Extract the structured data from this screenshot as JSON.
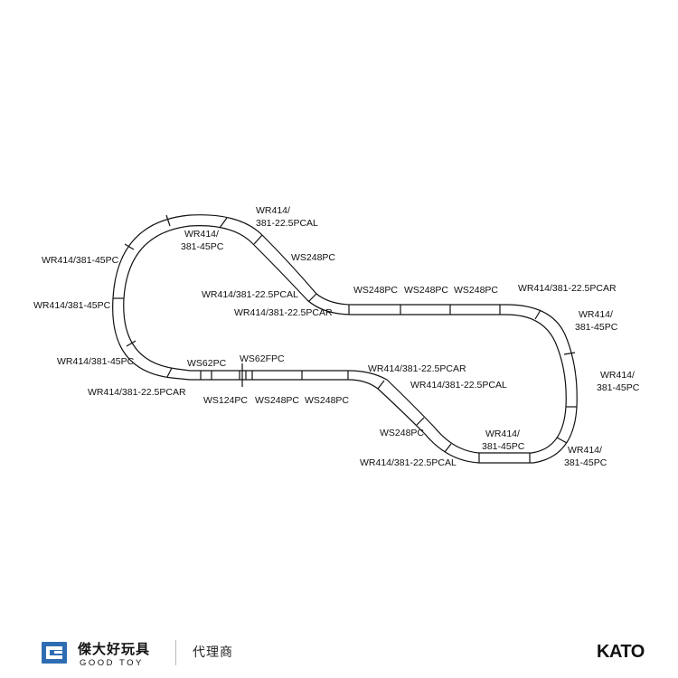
{
  "labels": [
    {
      "id": "l1",
      "lines": [
        "WR414/",
        "381-22.5PCAL"
      ]
    },
    {
      "id": "l2",
      "lines": [
        "WR414/",
        "381-45PC"
      ]
    },
    {
      "id": "l3",
      "lines": [
        "WS248PC"
      ]
    },
    {
      "id": "l4",
      "lines": [
        "WR414/381-45PC"
      ]
    },
    {
      "id": "l5",
      "lines": [
        "WR414/381-22.5PCAL"
      ]
    },
    {
      "id": "l6",
      "lines": [
        "WR414/381-45PC"
      ]
    },
    {
      "id": "l7",
      "lines": [
        "WR414/381-22.5PCAR"
      ]
    },
    {
      "id": "l8",
      "lines": [
        "WS248PC"
      ]
    },
    {
      "id": "l9",
      "lines": [
        "WS248PC"
      ]
    },
    {
      "id": "l10",
      "lines": [
        "WS248PC"
      ]
    },
    {
      "id": "l11",
      "lines": [
        "WR414/381-22.5PCAR"
      ]
    },
    {
      "id": "l12",
      "lines": [
        "WR414/",
        "381-45PC"
      ]
    },
    {
      "id": "l13",
      "lines": [
        "WR414/",
        "381-45PC"
      ]
    },
    {
      "id": "l14",
      "lines": [
        "WR414/381-45PC"
      ]
    },
    {
      "id": "l15",
      "lines": [
        "WS62PC"
      ]
    },
    {
      "id": "l16",
      "lines": [
        "WS62FPC"
      ]
    },
    {
      "id": "l17",
      "lines": [
        "WR414/381-22.5PCAR"
      ]
    },
    {
      "id": "l18",
      "lines": [
        "WS124PC"
      ]
    },
    {
      "id": "l19",
      "lines": [
        "WS248PC"
      ]
    },
    {
      "id": "l20",
      "lines": [
        "WS248PC"
      ]
    },
    {
      "id": "l21",
      "lines": [
        "WR414/381-22.5PCAR"
      ]
    },
    {
      "id": "l22",
      "lines": [
        "WR414/381-22.5PCAL"
      ]
    },
    {
      "id": "l23",
      "lines": [
        "WS248PC"
      ]
    },
    {
      "id": "l24",
      "lines": [
        "WR414/",
        "381-45PC"
      ]
    },
    {
      "id": "l25",
      "lines": [
        "WR414/",
        "381-45PC"
      ]
    },
    {
      "id": "l26",
      "lines": [
        "WR414/381-22.5PCAL"
      ]
    }
  ],
  "footer": {
    "brand_cn": "傑大好玩具",
    "brand_en": "GOOD TOY",
    "agent": "代理商",
    "maker": "KATO"
  },
  "colors": {
    "line": "#111111",
    "background": "#ffffff"
  }
}
